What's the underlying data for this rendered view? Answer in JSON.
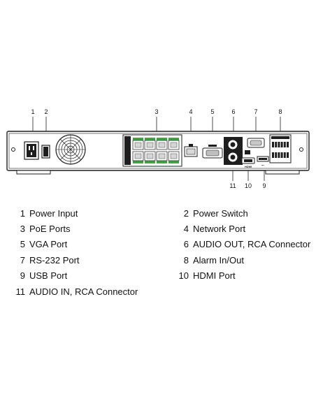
{
  "callouts": [
    "1",
    "2",
    "3",
    "4",
    "5",
    "6",
    "7",
    "8",
    "9",
    "10",
    "11"
  ],
  "legend": [
    {
      "num": "1",
      "label": "Power Input"
    },
    {
      "num": "2",
      "label": "Power Switch"
    },
    {
      "num": "3",
      "label": "PoE Ports"
    },
    {
      "num": "4",
      "label": "Network Port"
    },
    {
      "num": "5",
      "label": "VGA Port"
    },
    {
      "num": "6",
      "label": "AUDIO OUT, RCA Connector"
    },
    {
      "num": "7",
      "label": "RS-232 Port"
    },
    {
      "num": "8",
      "label": "Alarm In/Out"
    },
    {
      "num": "9",
      "label": "USB Port"
    },
    {
      "num": "10",
      "label": "HDMI Port"
    },
    {
      "num": "11",
      "label": "AUDIO IN, RCA Connector"
    }
  ],
  "panel_marks": {
    "hdmi_logo": "HDMI",
    "usb_symbol": "⭠"
  },
  "colors": {
    "panel": "#1e1e1e",
    "poe_green": "#39a845",
    "line": "#222222"
  }
}
